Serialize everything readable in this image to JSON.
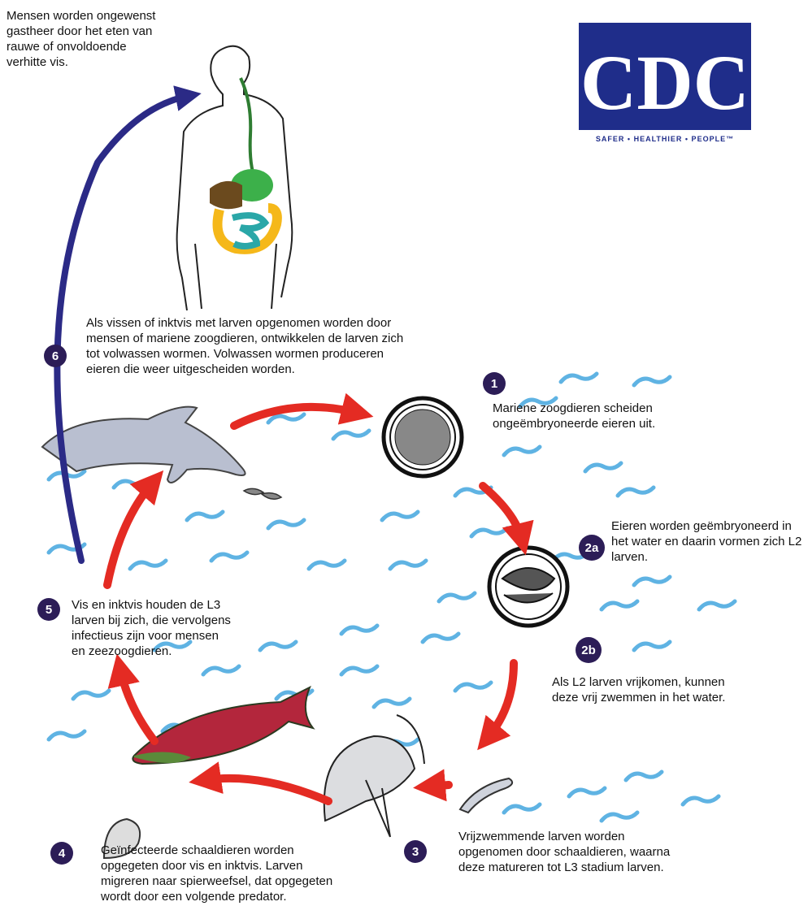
{
  "human_note": "Mensen worden ongewenst\ngastheer door het eten van\nrauwe of onvoldoende\nverhitte vis.",
  "logo": {
    "text": "CDC",
    "tagline": "SAFER • HEALTHIER • PEOPLE™",
    "color": "#1f2d8a"
  },
  "steps": [
    {
      "id": "1",
      "text": "Mariene zoogdieren scheiden\nongeëmbryoneerde eieren uit."
    },
    {
      "id": "2a",
      "text": "Eieren worden geëmbryoneerd in\nhet water en daarin vormen zich L2\nlarven."
    },
    {
      "id": "2b",
      "text": "Als L2 larven vrijkomen, kunnen\ndeze vrij zwemmen in het water."
    },
    {
      "id": "3",
      "text": "Vrijzwemmende larven worden\nopgenomen door schaaldieren, waarna\ndeze matureren tot L3 stadium larven."
    },
    {
      "id": "4",
      "text": "Geïnfecteerde schaaldieren worden\nopgegeten door vis en inktvis. Larven\nmigreren naar spierweefsel, dat opgegeten\nwordt door een volgende predator."
    },
    {
      "id": "5",
      "text": "Vis en inktvis houden de L3\nlarven  bij zich, die vervolgens\ninfectieus zijn voor mensen\nen zeezoogdieren."
    },
    {
      "id": "6",
      "text": "Als vissen of inktvis met larven opgenomen worden door\nmensen of mariene zoogdieren, ontwikkelen de larven zich\ntot volwassen wormen. Volwassen wormen produceren\neieren die weer uitgescheiden worden."
    }
  ],
  "colors": {
    "cycle_arrow": "#e42b23",
    "human_arrow": "#2b2a86",
    "wave": "#5fb3e3",
    "badge": "#2c1d57"
  }
}
